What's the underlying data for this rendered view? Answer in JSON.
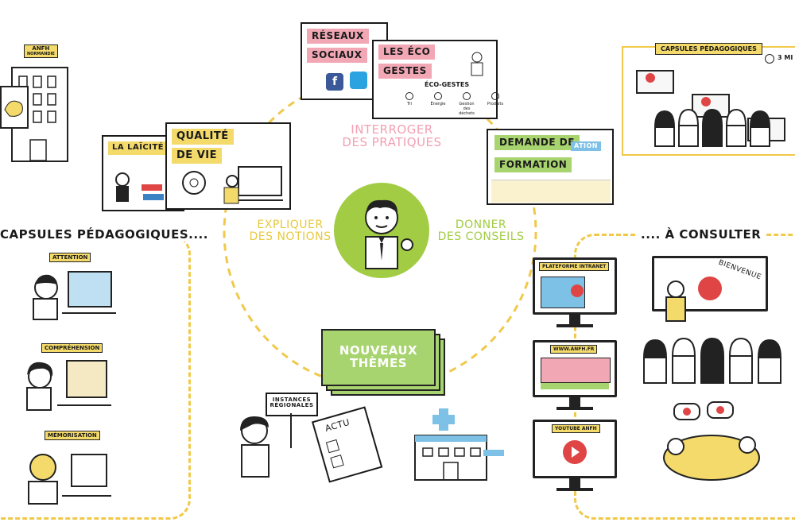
{
  "center": {
    "top_text": [
      "INTERROGER",
      "DES PRATIQUES"
    ],
    "left_text": [
      "EXPLIQUER",
      "DES NOTIONS"
    ],
    "right_text": [
      "DONNER",
      "DES CONSEILS"
    ],
    "bottom_title": [
      "NOUVEAUX",
      "THÈMES"
    ]
  },
  "building": {
    "sign": "ANFH",
    "sign_sub": "NORMANDIE"
  },
  "cards": {
    "reseaux": [
      "RÉSEAUX",
      "SOCIAUX"
    ],
    "eco": [
      "LES ÉCO",
      "GESTES"
    ],
    "eco_sub": "ÉCO-GESTES",
    "eco_items": [
      "Tri",
      "Énergie",
      "Gestion des déchets",
      "Produits"
    ],
    "qualite": [
      "QUALITÉ",
      "DE VIE"
    ],
    "laicite": "LA LAÏCITÉ",
    "demande": [
      "DEMANDE DE",
      "FORMATION"
    ],
    "demande_strip": "ATION"
  },
  "capsules_right": {
    "title": "CAPSULES PÉDAGOGIQUES",
    "timer": "3 MI"
  },
  "capsules_left": {
    "title": "CAPSULES PÉDAGOGIQUES....",
    "items": [
      "ATTENTION",
      "COMPRÉHENSION",
      "MÉMORISATION"
    ]
  },
  "consulter": {
    "title": ".... À CONSULTER",
    "banner": "BIENVENUE",
    "screens": [
      "PLATEFORME INTRANET",
      "WWW.ANFH.FR",
      "YOUTUBE ANFH"
    ]
  },
  "bottom": {
    "sign": [
      "INSTANCES",
      "RÉGIONALES"
    ],
    "paper": "ACTU"
  },
  "colors": {
    "yellow": "#f3da6a",
    "pink": "#f2a7b5",
    "green": "#a8d46f",
    "dash": "#f0c94a",
    "red": "#e04545"
  }
}
